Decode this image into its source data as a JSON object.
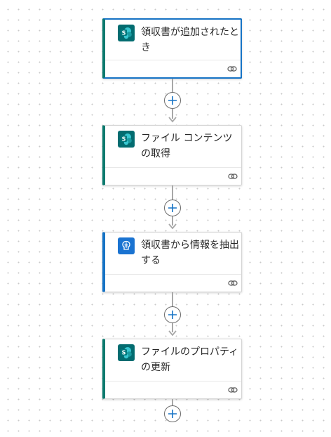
{
  "flow": {
    "steps": [
      {
        "title": "領収書が追加されたとき",
        "icon": "sharepoint-icon",
        "selected": true
      },
      {
        "title": "ファイル コンテンツの取得",
        "icon": "sharepoint-icon",
        "selected": false
      },
      {
        "title": "領収書から情報を抽出する",
        "icon": "ai-builder-icon",
        "selected": false
      },
      {
        "title": "ファイルのプロパティの更新",
        "icon": "sharepoint-icon",
        "selected": false
      }
    ],
    "add_step_icon": "plus-icon",
    "connection_icon": "link-icon"
  },
  "colors": {
    "sharepoint": "#036c70",
    "ai_builder": "#1a73d1",
    "selected_border": "#1673c5",
    "plus": "#1673c5"
  }
}
